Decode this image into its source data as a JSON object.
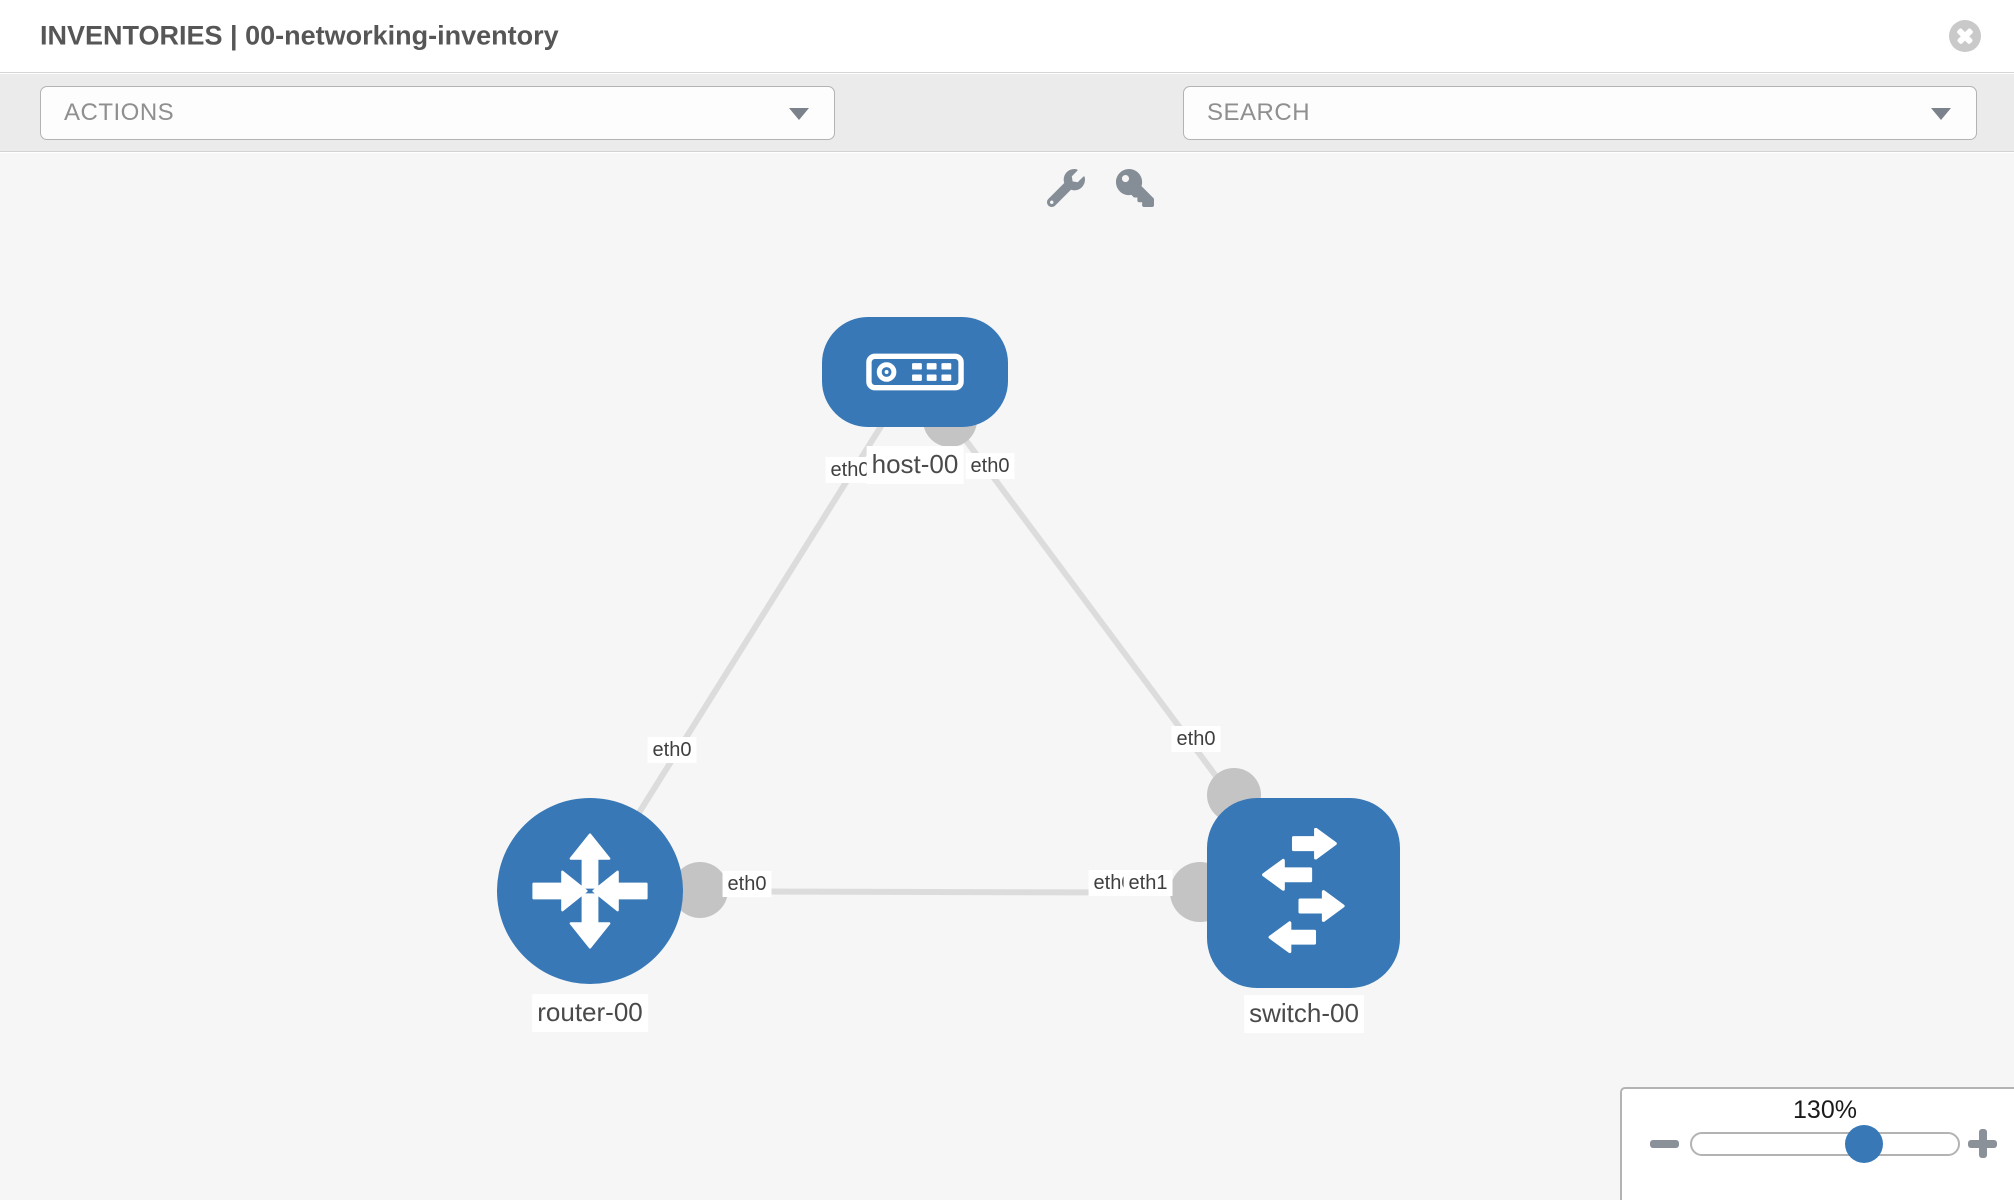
{
  "header": {
    "title": "INVENTORIES | 00-networking-inventory"
  },
  "toolbar": {
    "actions_label": "ACTIONS",
    "search_label": "SEARCH"
  },
  "topology": {
    "nodes": [
      {
        "id": "host-00",
        "label": "host-00",
        "type": "host"
      },
      {
        "id": "router-00",
        "label": "router-00",
        "type": "router"
      },
      {
        "id": "switch-00",
        "label": "switch-00",
        "type": "switch"
      }
    ],
    "links": [
      {
        "from": "host-00",
        "to": "router-00",
        "from_interface": "eth0",
        "to_interface": "eth0"
      },
      {
        "from": "host-00",
        "to": "switch-00",
        "from_interface": "eth0",
        "to_interface": "eth0"
      },
      {
        "from": "router-00",
        "to": "switch-00",
        "from_interface": "eth0",
        "to_interface": "eth1"
      }
    ],
    "overlapped_interface_label": "eth0"
  },
  "zoom_control": {
    "value": "130%"
  },
  "colors": {
    "node_blue": "#3878b7",
    "link_gray": "#dcdcdc",
    "connector_gray": "#c4c4c4",
    "toolbar_bg": "#ebebeb",
    "canvas_bg": "#f6f6f6"
  }
}
